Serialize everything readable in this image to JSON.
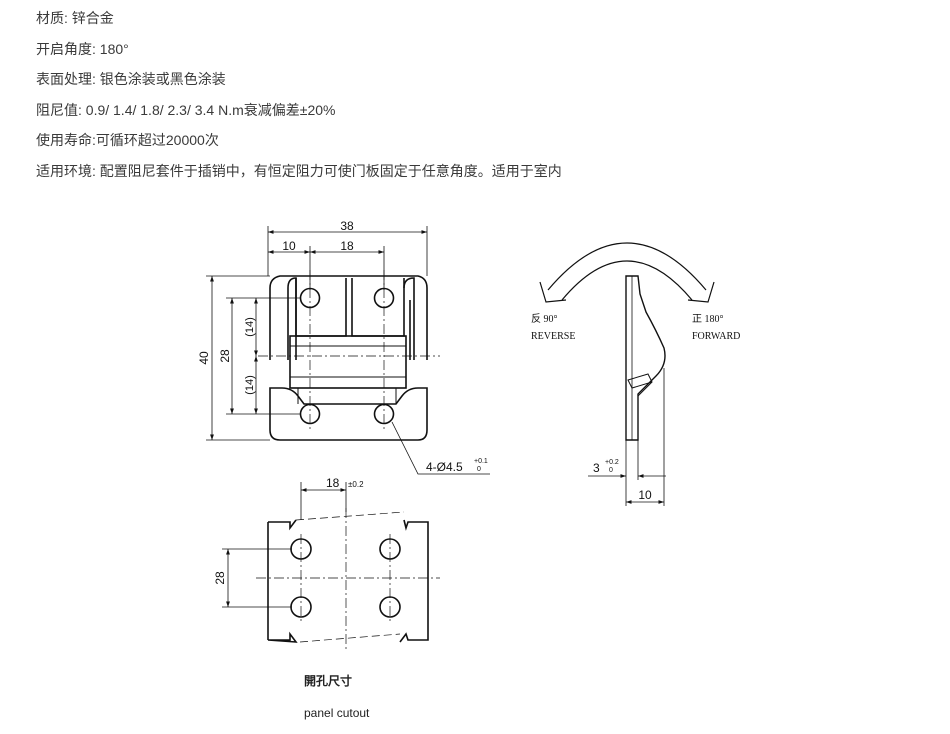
{
  "specs": [
    {
      "label": "材质: ",
      "value": "锌合金"
    },
    {
      "label": "开启角度: ",
      "value": "180°"
    },
    {
      "label": "表面处理: ",
      "value": "银色涂装或黑色涂装"
    },
    {
      "label": "阻尼值: ",
      "value": "0.9/ 1.4/ 1.8/ 2.3/ 3.4 N.m衰减偏差±20%"
    },
    {
      "label": "使用寿命:",
      "value": "可循环超过20000次"
    },
    {
      "label": "适用环境: ",
      "value": "配置阻尼套件于插销中，有恒定阻力可使门板固定于任意角度。适用于室内"
    }
  ],
  "front_view": {
    "dim_total_width": "38",
    "dim_left_offset": "10",
    "dim_hole_spacing": "18",
    "dim_height": "40",
    "dim_hole_pitch": "28",
    "dim_half_upper": "(14)",
    "dim_half_lower": "(14)",
    "hole_callout": "4-Ø4.5",
    "hole_tol_upper": "+0.1",
    "hole_tol_lower": "0"
  },
  "side_view": {
    "reverse_cn": "反 90°",
    "reverse_en": "REVERSE",
    "forward_cn": "正 180°",
    "forward_en": "FORWARD",
    "dim_offset": "3",
    "dim_offset_tol_upper": "+0.2",
    "dim_offset_tol_lower": "0",
    "dim_depth": "10"
  },
  "cutout": {
    "dim_spacing": "18",
    "dim_spacing_tol": "±0.2",
    "dim_pitch": "28",
    "caption_cn": "開孔尺寸",
    "caption_en": "panel cutout"
  }
}
